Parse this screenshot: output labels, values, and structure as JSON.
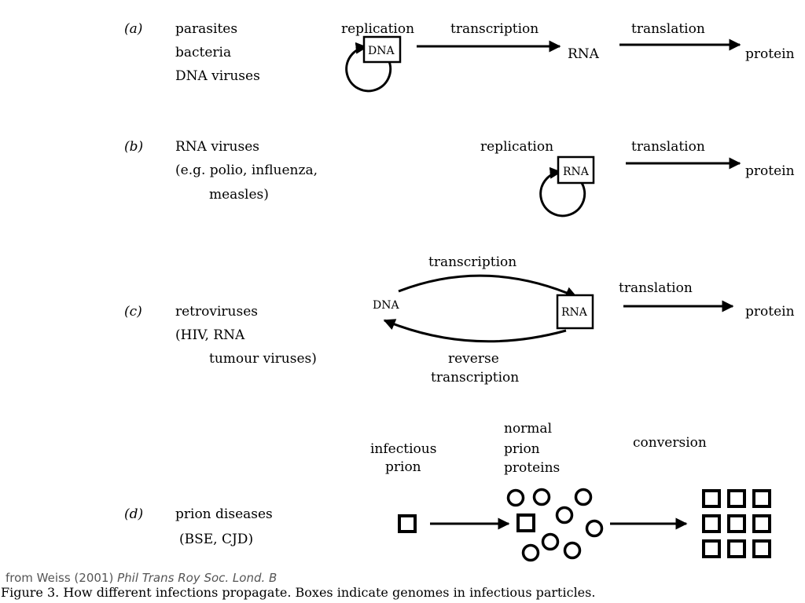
{
  "rows": {
    "a": {
      "marker": "(a)",
      "organisms": [
        "parasites",
        "bacteria",
        "DNA viruses"
      ],
      "labels": {
        "replication": "replication",
        "dna": "DNA",
        "transcription": "transcription",
        "rna": "RNA",
        "translation": "translation",
        "protein": "protein"
      }
    },
    "b": {
      "marker": "(b)",
      "organisms": [
        "RNA viruses",
        "(e.g. polio, influenza,",
        "measles)"
      ],
      "labels": {
        "replication": "replication",
        "rna": "RNA",
        "translation": "translation",
        "protein": "protein"
      }
    },
    "c": {
      "marker": "(c)",
      "organisms": [
        "retroviruses",
        "(HIV, RNA",
        "tumour viruses)"
      ],
      "labels": {
        "transcription": "transcription",
        "dna": "DNA",
        "rna": "RNA",
        "reverse_line1": "reverse",
        "reverse_line2": "transcription",
        "translation": "translation",
        "protein": "protein"
      }
    },
    "d": {
      "marker": "(d)",
      "organisms": [
        "prion diseases",
        "(BSE, CJD)"
      ],
      "labels": {
        "infectious_line1": "infectious",
        "infectious_line2": "prion",
        "normal_line1": "normal",
        "normal_line2": "prion",
        "normal_line3": "proteins",
        "conversion": "conversion"
      }
    }
  },
  "credit": {
    "prefix": "from Weiss (2001)",
    "source": "Phil Trans Roy Soc. Lond. B"
  },
  "caption": "Figure 3.  How different infections propagate. Boxes indicate genomes in infectious particles."
}
